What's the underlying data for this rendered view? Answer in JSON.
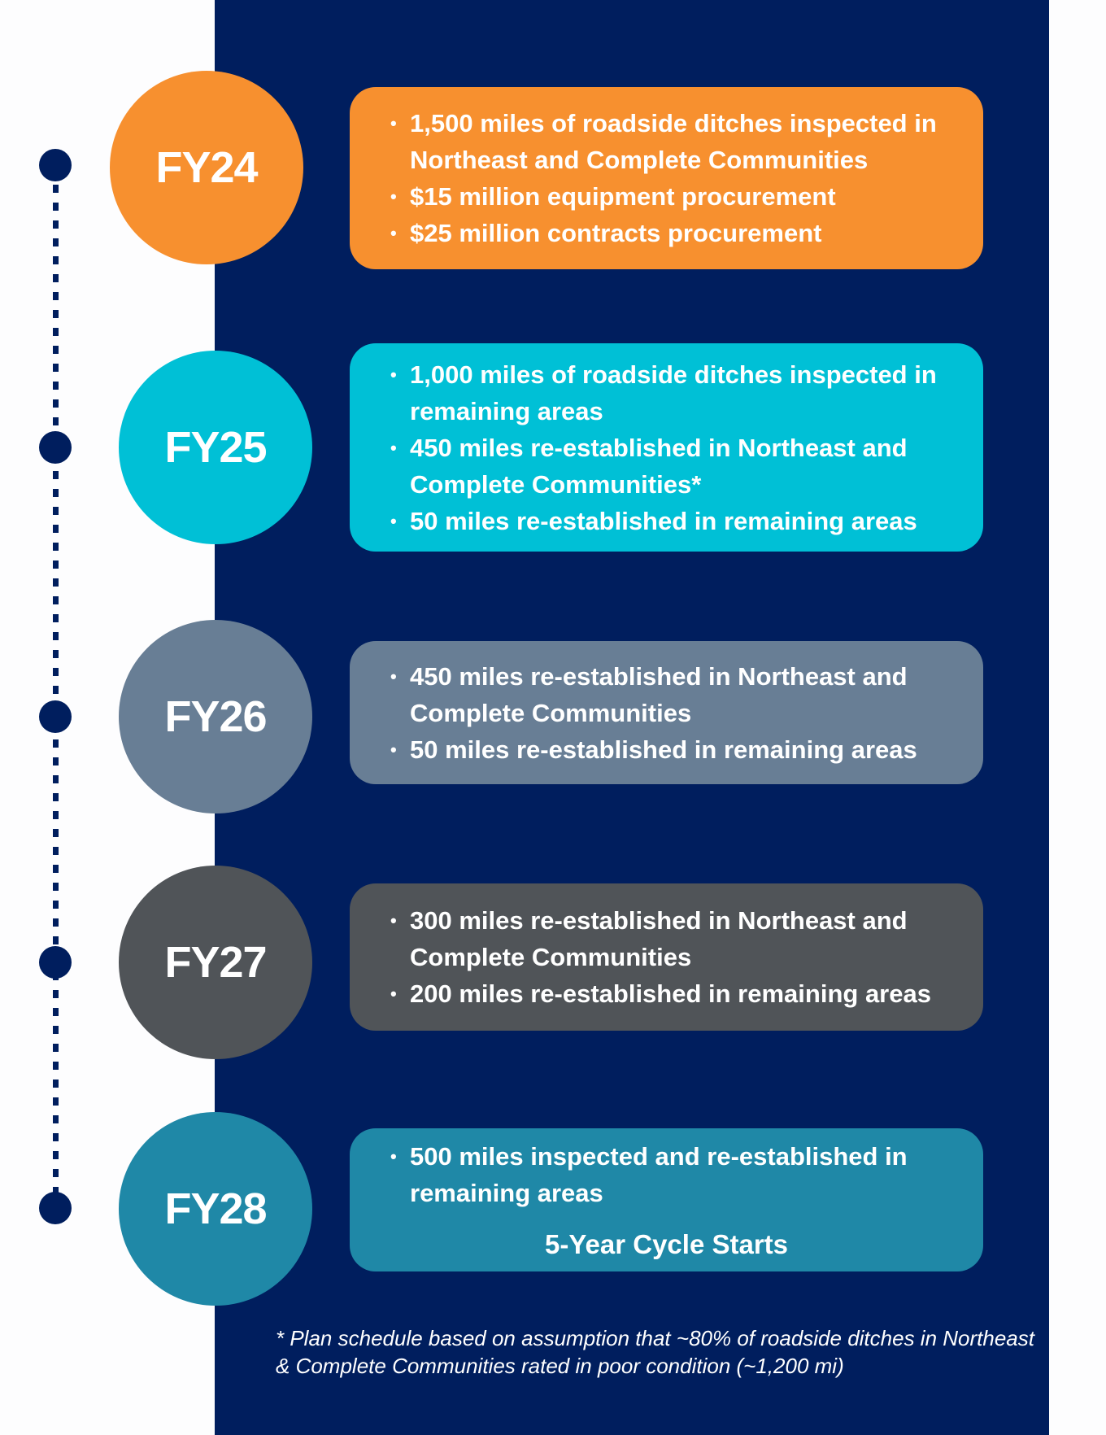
{
  "colors": {
    "navy": "#001e5e",
    "fy24": "#f7902f",
    "fy25": "#00c0d6",
    "fy26": "#687e95",
    "fy27": "#505458",
    "fy28": "#1f88a7"
  },
  "years": [
    {
      "label": "FY24",
      "bullets": [
        "1,500 miles of roadside ditches inspected in Northeast and Complete Communities",
        "$15 million equipment procurement",
        "$25 million contracts procurement"
      ]
    },
    {
      "label": "FY25",
      "bullets": [
        "1,000 miles of roadside ditches inspected in remaining areas",
        "450 miles re-established in Northeast and Complete Communities*",
        "50 miles re-established in remaining areas"
      ]
    },
    {
      "label": "FY26",
      "bullets": [
        "450 miles re-established in Northeast and Complete Communities",
        "50 miles re-established in remaining areas"
      ]
    },
    {
      "label": "FY27",
      "bullets": [
        "300 miles re-established in Northeast and Complete Communities",
        "200 miles re-established in remaining areas"
      ]
    },
    {
      "label": "FY28",
      "bullets": [
        "500 miles inspected and re-established in remaining areas"
      ],
      "note": "5-Year Cycle Starts"
    }
  ],
  "footnote": "* Plan schedule based on assumption that ~80% of roadside ditches in Northeast & Complete Communities rated in poor condition (~1,200 mi)"
}
